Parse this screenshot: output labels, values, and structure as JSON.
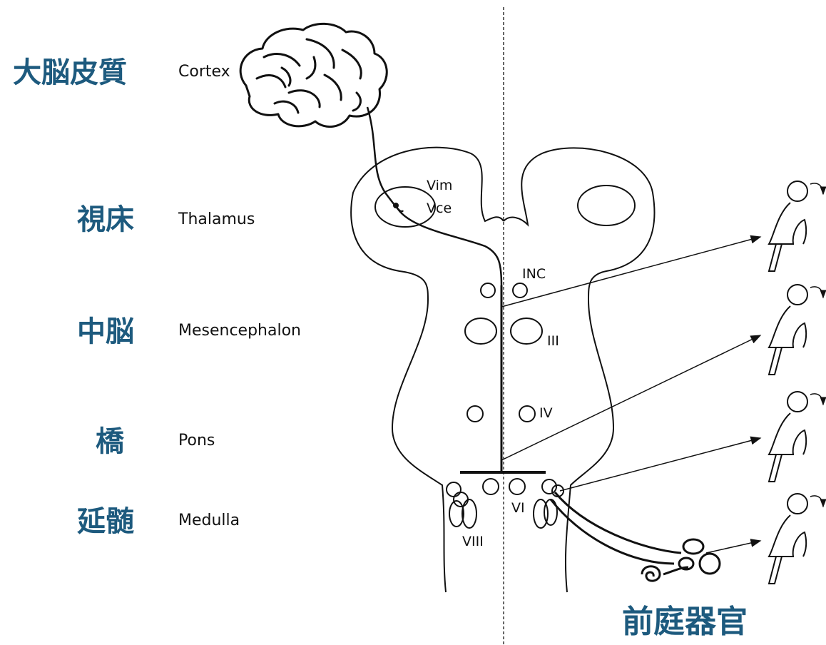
{
  "levels": [
    {
      "jp": "大脳皮質",
      "en": "Cortex"
    },
    {
      "jp": "視床",
      "en": "Thalamus"
    },
    {
      "jp": "中脳",
      "en": "Mesencephalon"
    },
    {
      "jp": "橋",
      "en": "Pons"
    },
    {
      "jp": "延髄",
      "en": "Medulla"
    }
  ],
  "nuclei": {
    "vim": "Vim",
    "vce": "Vce",
    "inc": "INC",
    "iii": "III",
    "iv": "IV",
    "vi": "VI",
    "viii": "VIII"
  },
  "vestibular_label": "前庭器官"
}
